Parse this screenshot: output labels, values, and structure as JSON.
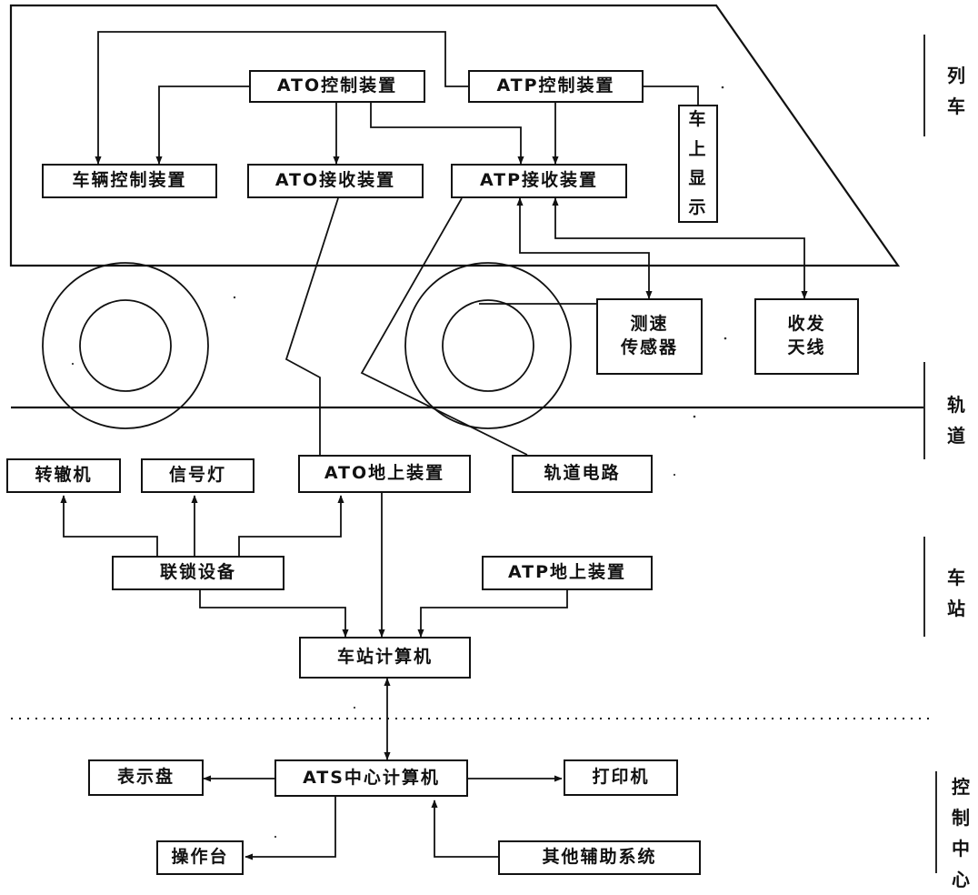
{
  "sections": {
    "train": "列\n车",
    "track": "轨\n道",
    "station": "车\n站",
    "control_center": "控\n制\n中\n心"
  },
  "train": {
    "ato_control": "ATO控制装置",
    "atp_control": "ATP控制装置",
    "vehicle_control": "车辆控制装置",
    "ato_receiver": "ATO接收装置",
    "atp_receiver": "ATP接收装置",
    "onboard_display": "车\n上\n显\n示",
    "speed_sensor": "测速\n传感器",
    "antenna": "收发\n天线"
  },
  "wayside": {
    "switch_machine": "转辙机",
    "signal_light": "信号灯",
    "ato_ground": "ATO地上装置",
    "track_circuit": "轨道电路",
    "interlocking": "联锁设备",
    "atp_ground": "ATP地上装置",
    "station_computer": "车站计算机"
  },
  "control": {
    "display_panel": "表示盘",
    "ats_computer": "ATS中心计算机",
    "printer": "打印机",
    "console": "操作台",
    "auxiliary": "其他辅助系统"
  }
}
